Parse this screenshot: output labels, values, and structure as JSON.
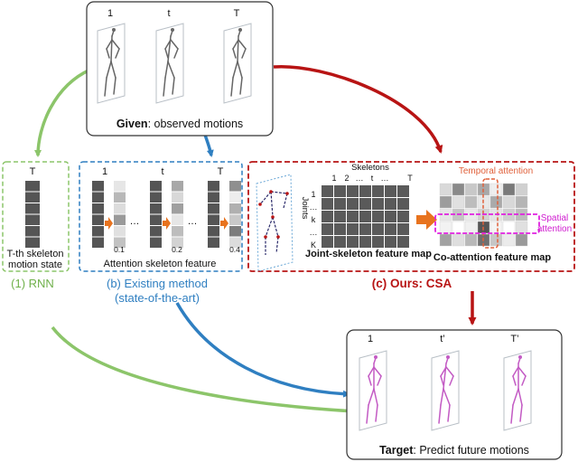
{
  "given": {
    "frame_labels": [
      "1",
      "t",
      "T"
    ],
    "caption_bold": "Given",
    "caption_rest": ": observed motions"
  },
  "rnn": {
    "frame_label": "T",
    "desc_line1": "T-th skeleton",
    "desc_line2": "motion state",
    "title": "(1) RNN",
    "color": "#8cc56a"
  },
  "existing": {
    "frame_labels": [
      "1",
      "t",
      "T"
    ],
    "ellipsis": "…",
    "weights": [
      "0.1",
      "0.2",
      "0.4"
    ],
    "desc": "Attention skeleton feature",
    "title_line1": "(b) Existing method",
    "title_line2": "(state-of-the-art)",
    "color": "#2f7fc1"
  },
  "csa": {
    "skeletons_label": "Skeletons",
    "skeleton_ticks": [
      "1",
      "2",
      "…",
      "t",
      "…",
      "T"
    ],
    "joints_label": "Joints",
    "joint_ticks": [
      "1",
      "…",
      "k",
      "…",
      "K"
    ],
    "feature_map_label": "Joint-skeleton feature map",
    "temporal_label": "Temporal attention",
    "spatial_label_line1": "Spatial",
    "spatial_label_line2": "attention",
    "coattention_label": "Co-attention feature map",
    "title": "(c) Ours: CSA",
    "color": "#b81414",
    "spatial_color": "#e020e0",
    "temporal_color": "#e0603a"
  },
  "target": {
    "frame_labels": [
      "1",
      "t’",
      "T’"
    ],
    "caption_bold": "Target",
    "caption_rest": ": Predict future motions"
  },
  "colors": {
    "arrow_orange": "#e8731e",
    "pred_skeleton": "#c35bc4",
    "dark_cell": "#555555"
  }
}
